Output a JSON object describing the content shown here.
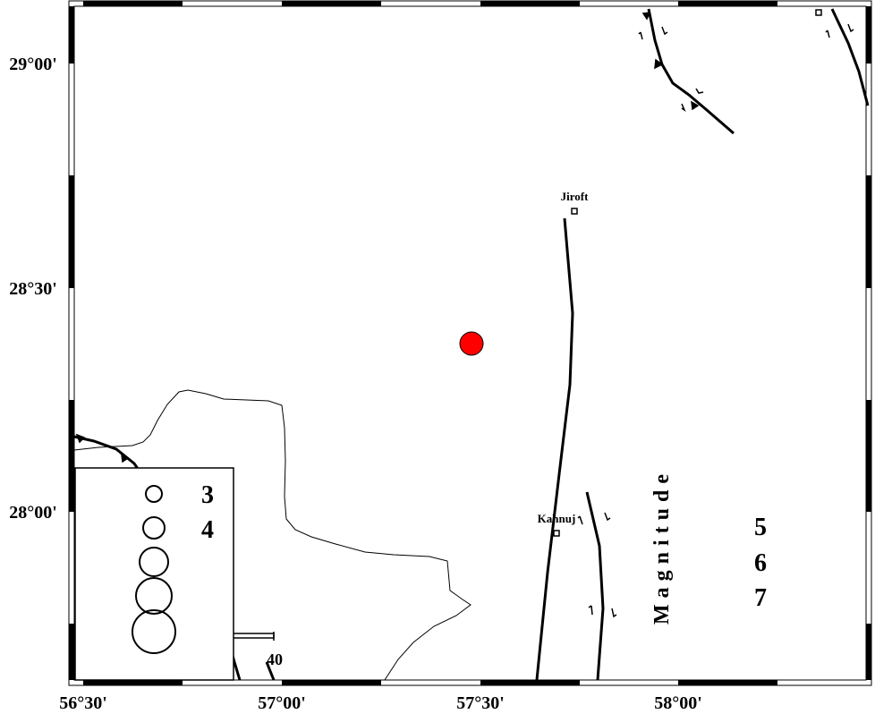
{
  "axes": {
    "x_ticks": [
      "56°30'",
      "57°00'",
      "57°30'",
      "58°00'"
    ],
    "y_ticks": [
      "29°00'",
      "28°30'",
      "28°00'"
    ]
  },
  "cities": [
    {
      "name": "Jiroft"
    },
    {
      "name": "Kahnuj"
    }
  ],
  "event": {
    "color": "#ff0000"
  },
  "legend": {
    "title": "Magnitude",
    "magnitudes": [
      "3",
      "4",
      "5",
      "6",
      "7"
    ]
  },
  "scale_bar": {
    "label": "40"
  },
  "colors": {
    "frame": "#000000",
    "epicenter": "#ff0000",
    "background": "#ffffff"
  }
}
